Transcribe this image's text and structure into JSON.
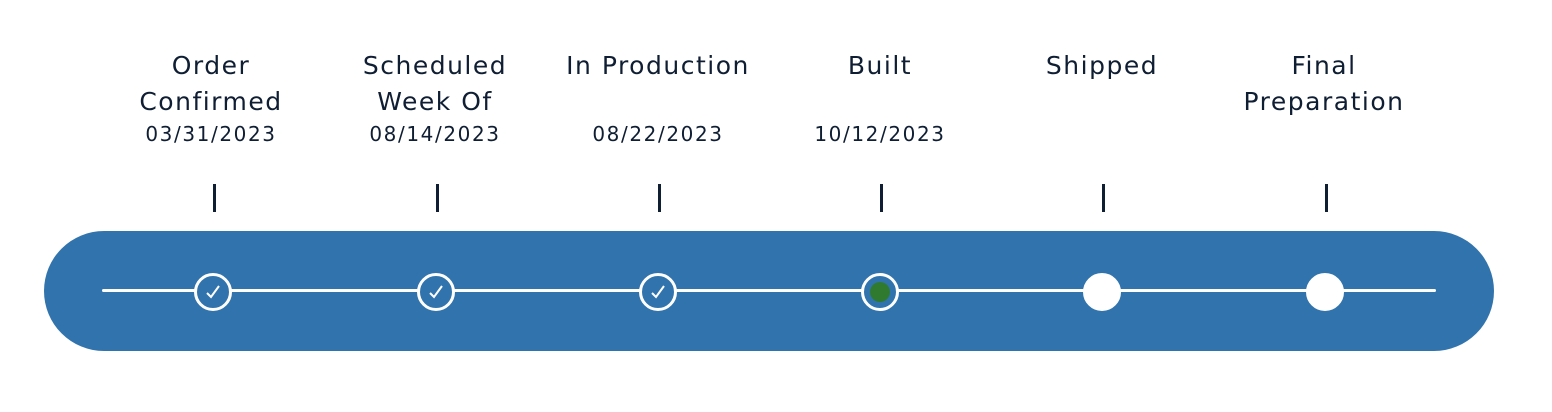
{
  "steps": [
    {
      "label": "Order\nConfirmed",
      "date": "03/31/2023",
      "status": "complete"
    },
    {
      "label": "Scheduled\nWeek Of",
      "date": "08/14/2023",
      "status": "complete"
    },
    {
      "label": "In Production",
      "date": "08/22/2023",
      "status": "complete"
    },
    {
      "label": "Built",
      "date": "10/12/2023",
      "status": "current"
    },
    {
      "label": "Shipped",
      "date": "",
      "status": "pending"
    },
    {
      "label": "Final\nPreparation",
      "date": "",
      "status": "pending"
    }
  ],
  "colors": {
    "bar": "#3174ad",
    "text": "#0f1e33",
    "current_dot": "#2f7a2f",
    "node": "#ffffff"
  },
  "icons": {
    "complete": "checkmark-icon",
    "current": "current-dot-icon",
    "pending": "empty-node-icon"
  }
}
